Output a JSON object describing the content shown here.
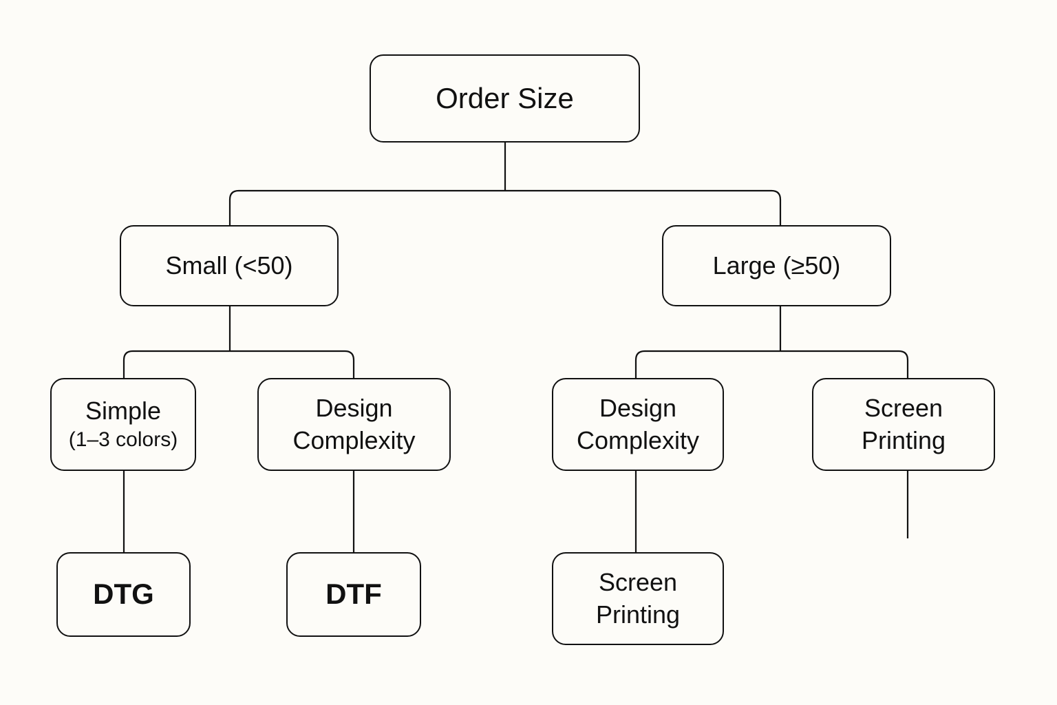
{
  "diagram": {
    "type": "decision-tree",
    "root": {
      "label": "Order Size"
    },
    "branches": {
      "small": {
        "label": "Small (<50)",
        "children": {
          "simple": {
            "line1": "Simple",
            "line2": "(1–3 colors)",
            "result": "DTG"
          },
          "design_complexity": {
            "line1": "Design",
            "line2": "Complexity",
            "result": "DTF"
          }
        }
      },
      "large": {
        "label": "Large (≥50)",
        "children": {
          "design_complexity": {
            "line1": "Design",
            "line2": "Complexity",
            "result_line1": "Screen",
            "result_line2": "Printing"
          },
          "screen_printing": {
            "line1": "Screen",
            "line2": "Printing"
          }
        }
      }
    },
    "colors": {
      "background": "#fdfcf8",
      "stroke": "#111111",
      "text": "#111111"
    }
  }
}
